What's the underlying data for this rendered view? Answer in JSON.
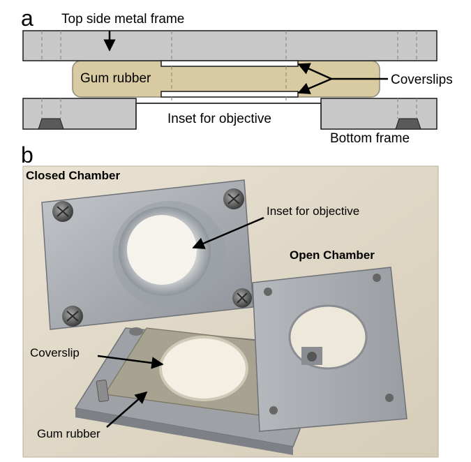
{
  "panel_a": {
    "letter": "a",
    "labels": {
      "top_frame": "Top side metal frame",
      "gum_rubber": "Gum rubber",
      "coverslips": "Coverslips",
      "inset": "Inset for objective",
      "bottom_frame": "Bottom frame"
    },
    "colors": {
      "frame_fill": "#c8c8c8",
      "rubber_fill": "#d9cba1",
      "screw_fill": "#5a5a5a",
      "guide_lines": "#8c8c8c"
    }
  },
  "panel_b": {
    "letter": "b",
    "labels": {
      "closed_chamber": "Closed Chamber",
      "open_chamber": "Open Chamber",
      "inset": "Inset for objective",
      "coverslip": "Coverslip",
      "gum_rubber": "Gum rubber"
    }
  }
}
